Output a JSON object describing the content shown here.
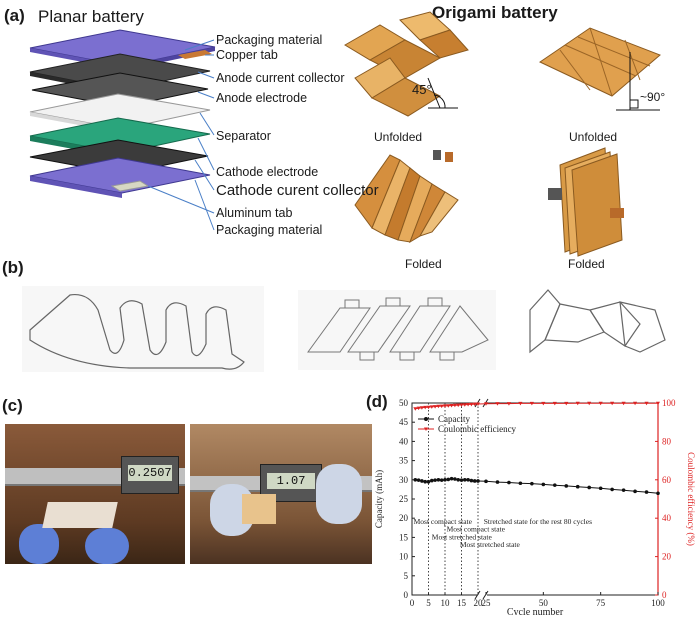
{
  "panel_a": {
    "label": "(a)",
    "planar_title": "Planar battery",
    "origami_title": "Origami battery",
    "layers": [
      "Packaging material",
      "Copper tab",
      "Anode current collector",
      "Anode electrode",
      "Separator",
      "Cathode electrode",
      "Cathode curent collector",
      "Aluminum tab",
      "Packaging material"
    ],
    "angle_left": "45°",
    "angle_right": "~90°",
    "caption_unfolded_1": "Unfolded",
    "caption_unfolded_2": "Unfolded",
    "caption_folded_1": "Folded",
    "caption_folded_2": "Folded",
    "colors": {
      "packaging": "#7b6fd0",
      "anode_collector": "#3a3a3a",
      "separator": "#eeeeee",
      "cathode_electrode": "#2aa57c",
      "origami": "#d99a4a"
    }
  },
  "panel_b": {
    "label": "(b)"
  },
  "panel_c": {
    "label": "(c)",
    "reading_left": "0.2507",
    "reading_right": "1.07"
  },
  "panel_d": {
    "label": "(d)",
    "chart_data": {
      "type": "line",
      "xlabel": "Cycle number",
      "ylabel_left": "Capacity (mAh)",
      "ylabel_right": "Coulombic efficiency (%)",
      "x_break": "20 → 25",
      "xticks": [
        "0",
        "5",
        "10",
        "15",
        "20",
        "25",
        "50",
        "75",
        "100"
      ],
      "yticks_left": [
        "0",
        "5",
        "10",
        "15",
        "20",
        "25",
        "30",
        "35",
        "40",
        "45",
        "50"
      ],
      "yticks_right": [
        "0",
        "20",
        "40",
        "60",
        "80",
        "100"
      ],
      "ylim_left": [
        0,
        50
      ],
      "ylim_right": [
        0,
        100
      ],
      "series": [
        {
          "name": "Capacity",
          "axis": "left",
          "color": "#111111",
          "x": [
            1,
            2,
            3,
            4,
            5,
            6,
            7,
            8,
            9,
            10,
            11,
            12,
            13,
            14,
            15,
            16,
            17,
            18,
            19,
            20,
            25,
            30,
            35,
            40,
            45,
            50,
            55,
            60,
            65,
            70,
            75,
            80,
            85,
            90,
            95,
            100
          ],
          "y": [
            30,
            29.9,
            29.7,
            29.5,
            29.5,
            29.8,
            29.9,
            30,
            29.9,
            30,
            30.1,
            30.3,
            30.2,
            30,
            29.9,
            30,
            30,
            29.8,
            29.7,
            29.7,
            29.6,
            29.4,
            29.3,
            29.1,
            29,
            28.8,
            28.6,
            28.4,
            28.2,
            28,
            27.8,
            27.5,
            27.3,
            27,
            26.8,
            26.5
          ]
        },
        {
          "name": "Coulombic efficiency",
          "axis": "right",
          "color": "#dd2222",
          "x": [
            1,
            2,
            3,
            4,
            5,
            6,
            7,
            8,
            9,
            10,
            11,
            12,
            13,
            14,
            15,
            16,
            17,
            18,
            19,
            20,
            25,
            30,
            35,
            40,
            45,
            50,
            55,
            60,
            65,
            70,
            75,
            80,
            85,
            90,
            95,
            100
          ],
          "y": [
            97,
            97.3,
            97.5,
            97.7,
            97.8,
            98,
            98.1,
            98.3,
            98.4,
            98.5,
            98.6,
            98.7,
            98.8,
            98.9,
            99,
            99.1,
            99.2,
            99.3,
            99.4,
            99.5,
            99.6,
            99.7,
            99.7,
            99.8,
            99.8,
            99.8,
            99.8,
            99.8,
            99.9,
            99.9,
            99.9,
            99.9,
            99.9,
            99.9,
            99.9,
            99.9
          ]
        }
      ],
      "vlines": [
        5,
        10,
        15,
        20
      ],
      "annotations": [
        {
          "text": "Most compact state",
          "x": 0.5,
          "y": 18.5
        },
        {
          "text": "Most stretched state",
          "x": 6,
          "y": 14.5
        },
        {
          "text": "Most compact state",
          "x": 10.5,
          "y": 16.5
        },
        {
          "text": "Most stretched state",
          "x": 14.5,
          "y": 12.5
        },
        {
          "text": "Stretched state for the rest 80 cycles",
          "x": 24,
          "y": 18.5
        }
      ],
      "legend": "top-left"
    }
  }
}
